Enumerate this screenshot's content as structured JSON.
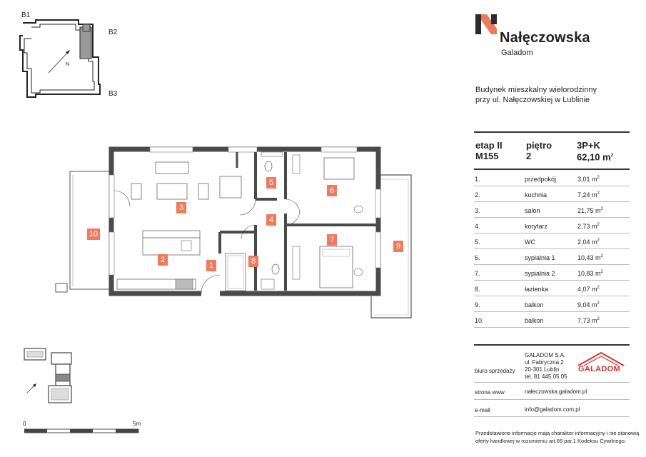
{
  "keyplan": {
    "labels": [
      "B1",
      "B2",
      "B3"
    ]
  },
  "brand": {
    "name": "Nałęczowska",
    "sub": "Galadom"
  },
  "description": {
    "line1": "Budynek mieszkalny wielorodzinny",
    "line2": "przy ul. Nałęczowskiej w Lublinie"
  },
  "apartment": {
    "stage_label": "etap II",
    "code": "M155",
    "floor_label": "piętro",
    "floor": "2",
    "type": "3P+K",
    "area": "62,10 m",
    "area_sup": "2"
  },
  "rooms": [
    {
      "num": "1.",
      "name": "przedpokój",
      "area": "3,01 m",
      "sup": "2"
    },
    {
      "num": "2.",
      "name": "kuchnia",
      "area": "7,24 m",
      "sup": "2"
    },
    {
      "num": "3.",
      "name": "salon",
      "area": "21,75 m",
      "sup": "2"
    },
    {
      "num": "4.",
      "name": "korytarz",
      "area": "2,73 m",
      "sup": "2"
    },
    {
      "num": "5.",
      "name": "WC",
      "area": "2,04 m",
      "sup": "2"
    },
    {
      "num": "6.",
      "name": "sypialnia 1",
      "area": "10,43 m",
      "sup": "2"
    },
    {
      "num": "7.",
      "name": "sypialnia 2",
      "area": "10,83 m",
      "sup": "2"
    },
    {
      "num": "8.",
      "name": "łazienka",
      "area": "4,07 m",
      "sup": "2"
    },
    {
      "num": "9.",
      "name": "balkon",
      "area": "9,04 m",
      "sup": "2"
    },
    {
      "num": "10.",
      "name": "balkon",
      "area": "7,73 m",
      "sup": "2"
    }
  ],
  "contact": {
    "sales_label": "biuro sprzedaży",
    "company": "GALADOM S.A.",
    "street": "ul. Fabryczna 2",
    "city": "20-301 Lublin",
    "phone": "tel. 81 445 05 05",
    "www_label": "strona www",
    "www": "nałeczowska.galadom.pl",
    "email_label": "e-mail",
    "email": "info@galadom.com.pl",
    "logo_text": "GALADOM"
  },
  "disclaimer": {
    "line1": "Przedstawione informacje mają charakter informacyjny i nie stanowią",
    "line2": "oferty handlowej w rozumieniu art.66 par.1 Kodeksu Cywilnego."
  },
  "plan": {
    "room_tags": [
      "1",
      "2",
      "3",
      "4",
      "5",
      "6",
      "7",
      "8",
      "9",
      "10"
    ]
  },
  "scale": {
    "start": "0",
    "end": "5m"
  },
  "colors": {
    "accent": "#f07b5c",
    "wall": "#4a4a4a",
    "logo_red": "#e03030"
  }
}
